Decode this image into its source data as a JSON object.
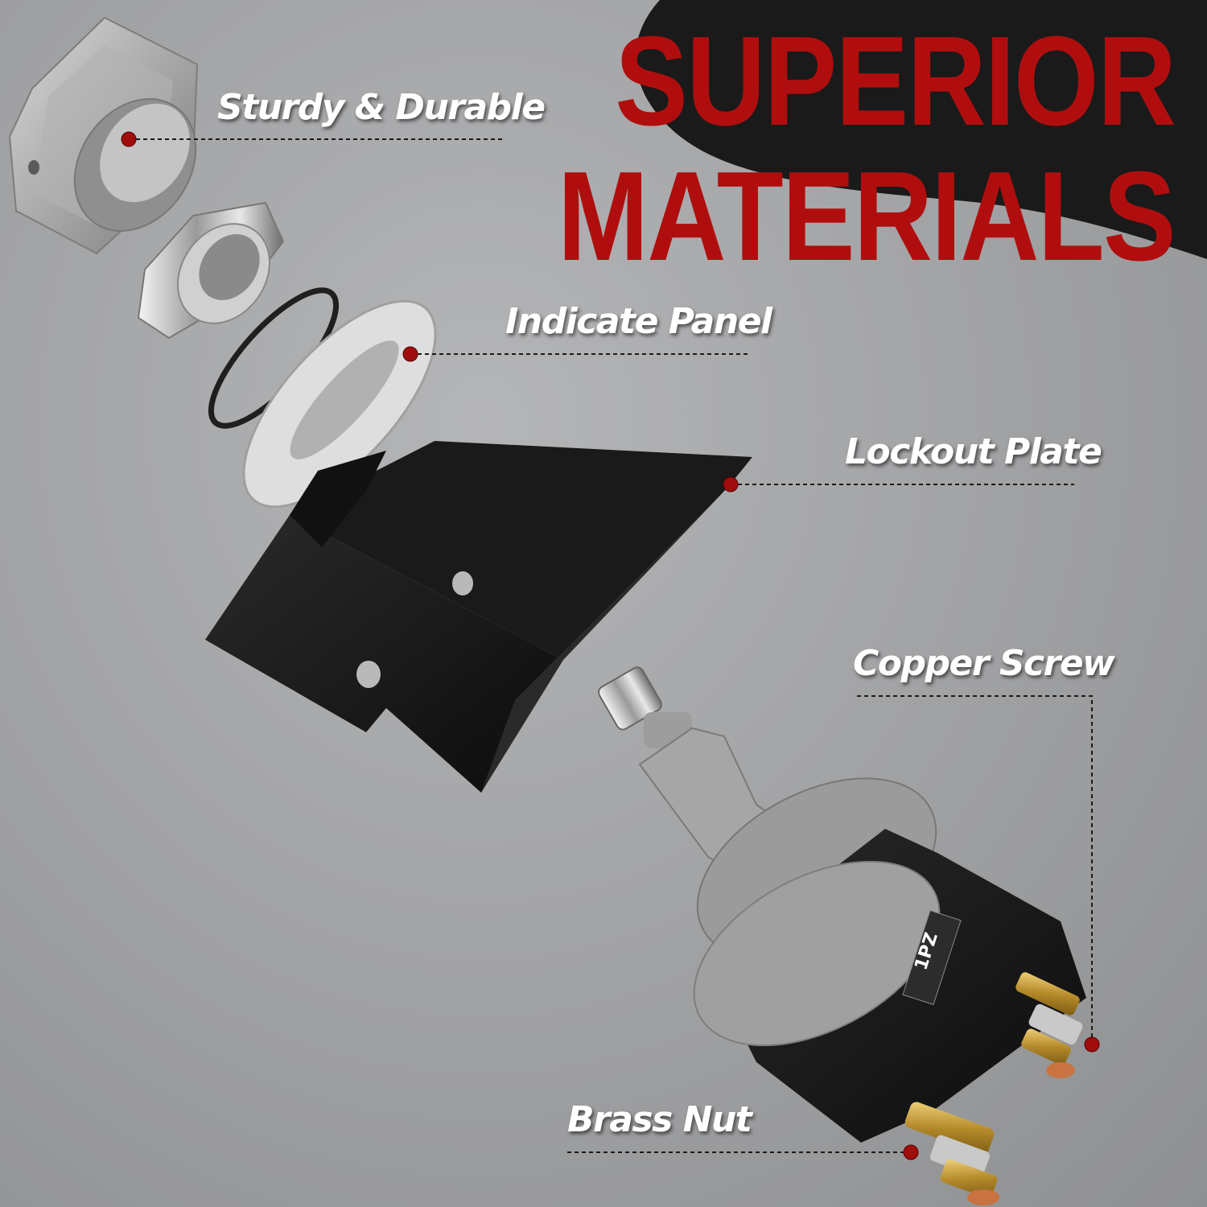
{
  "headline": {
    "line1": "SUPERIOR",
    "line2": "MATERIALS"
  },
  "callouts": [
    {
      "id": "sturdy",
      "label": "Sturdy & Durable"
    },
    {
      "id": "panel",
      "label": "Indicate Panel"
    },
    {
      "id": "lockout",
      "label": "Lockout Plate"
    },
    {
      "id": "copper",
      "label": "Copper Screw"
    },
    {
      "id": "brass",
      "label": "Brass Nut"
    }
  ],
  "product": {
    "brand_label": "1PZ"
  },
  "colors": {
    "accent_red": "#b00e0e",
    "badge_black": "#1a1a1a",
    "callout_text": "#ffffff",
    "marker_red": "#a00d0d"
  }
}
